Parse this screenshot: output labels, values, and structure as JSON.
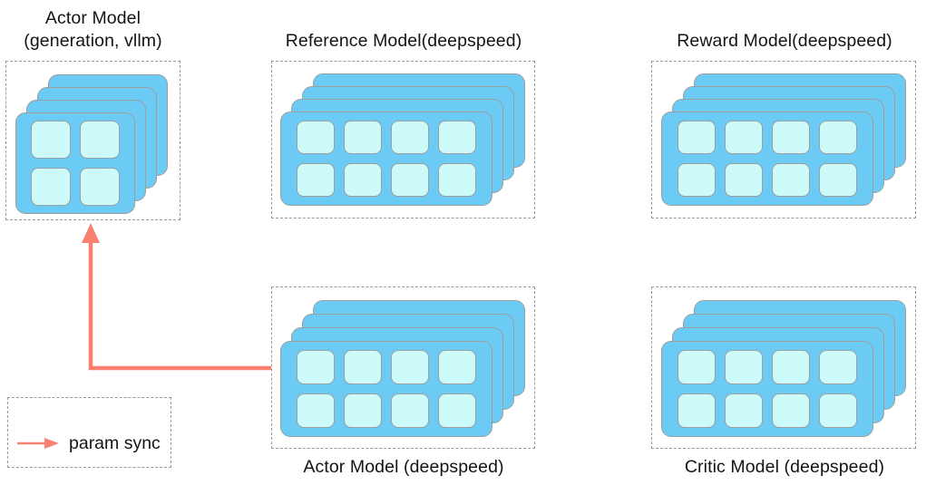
{
  "diagram": {
    "title_row_top": "",
    "background_color": "#ffffff",
    "card_color": "#6CCBF4",
    "cell_color": "#CCFBFA",
    "border_color": "#9e9e9e",
    "dashed_border_color": "#9a9a9a",
    "arrow_color": "#FA8072"
  },
  "groups": [
    {
      "id": "actor-vllm",
      "label": "Actor Model\n(generation, vllm)",
      "label_position": "top",
      "stack_layers": 4,
      "grid_cols": 2,
      "grid_rows": 2,
      "cell_count": 4
    },
    {
      "id": "reference",
      "label": "Reference Model(deepspeed)",
      "label_position": "top",
      "stack_layers": 4,
      "grid_cols": 4,
      "grid_rows": 2,
      "cell_count": 8
    },
    {
      "id": "reward",
      "label": "Reward Model(deepspeed)",
      "label_position": "top",
      "stack_layers": 4,
      "grid_cols": 4,
      "grid_rows": 2,
      "cell_count": 8
    },
    {
      "id": "actor-deepspeed",
      "label": "Actor Model (deepspeed)",
      "label_position": "bottom",
      "stack_layers": 4,
      "grid_cols": 4,
      "grid_rows": 2,
      "cell_count": 8
    },
    {
      "id": "critic",
      "label": "Critic Model (deepspeed)",
      "label_position": "bottom",
      "stack_layers": 4,
      "grid_cols": 4,
      "grid_rows": 2,
      "cell_count": 8
    }
  ],
  "legend": {
    "label": "param sync",
    "arrow_color": "#FA8072"
  },
  "connection": {
    "name": "param-sync-arrow",
    "from": "actor-deepspeed",
    "to": "actor-vllm",
    "label": "param sync"
  }
}
